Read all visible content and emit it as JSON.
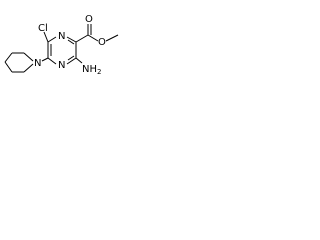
{
  "molecule": {
    "atoms": {
      "ring_n_top": "N",
      "ring_n_bottom": "N",
      "chlorine": "Cl",
      "piperidine_n": "N",
      "amino": "NH",
      "amino_subscript": "2",
      "carbonyl_o": "O",
      "ester_o": "O"
    },
    "colors": {
      "bond": "#000000",
      "label": "#000000",
      "background": "#ffffff"
    }
  }
}
